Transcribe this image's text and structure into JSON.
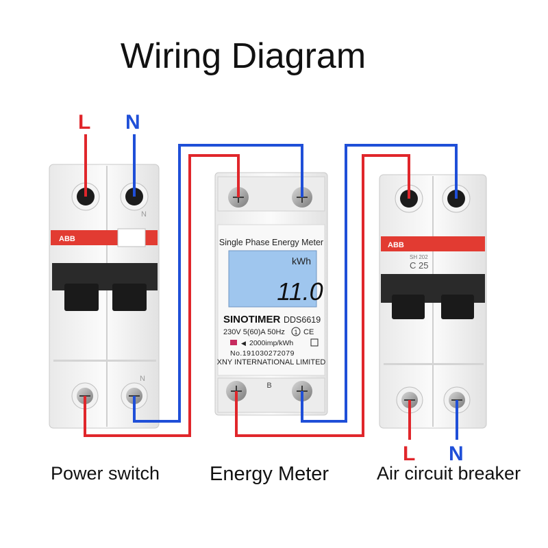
{
  "title": "Wiring Diagram",
  "colors": {
    "live": "#e0262b",
    "neutral": "#1f4fd8",
    "breaker_stripe": "#e23b32",
    "lcd": "#9fc6ee"
  },
  "power_switch": {
    "caption": "Power switch",
    "live_label": "L",
    "neutral_label": "N",
    "brand": "ABB",
    "terminal_symbol": "N"
  },
  "meter": {
    "caption": "Energy Meter",
    "header": "Single Phase Energy Meter",
    "unit": "kWh",
    "reading": "11.0",
    "brand": "SINOTIMER",
    "model": "DDS6619",
    "rating": "230V  5(60)A 50Hz",
    "rating_mark": "1",
    "ce_mark": "CE",
    "impulse": "2000imp/kWh",
    "serial": "No.191030272079",
    "maker": "XNY INTERNATIONAL LIMITED",
    "bottom_mark": "B"
  },
  "air_breaker": {
    "caption": "Air circuit breaker",
    "live_label": "L",
    "neutral_label": "N",
    "brand": "ABB",
    "model": "SH 202",
    "rating": "C 25"
  }
}
